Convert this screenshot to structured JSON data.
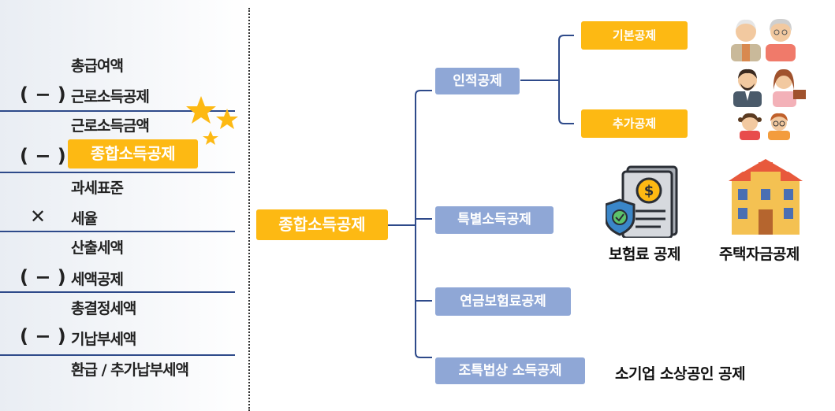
{
  "left_calc": {
    "rows": [
      {
        "op": "",
        "text": "총급여액"
      },
      {
        "op": "( − )",
        "text": "근로소득공제"
      },
      {
        "op": "",
        "text": "근로소득금액"
      },
      {
        "op": "( − )",
        "text": ""
      },
      {
        "op": "",
        "text": "과세표준"
      },
      {
        "op": "✕",
        "text": "세율"
      },
      {
        "op": "",
        "text": "산출세액"
      },
      {
        "op": "( − )",
        "text": "세액공제"
      },
      {
        "op": "",
        "text": "총결정세액"
      },
      {
        "op": "( − )",
        "text": "기납부세액"
      },
      {
        "op": "",
        "text": "환급 / 추가납부세액"
      }
    ],
    "highlight": "종합소득공제"
  },
  "tree": {
    "root": "종합소득공제",
    "branches": [
      "인적공제",
      "특별소득공제",
      "연금보험료공제",
      "조특법상 소득공제"
    ],
    "sub_personal": [
      "기본공제",
      "추가공제"
    ],
    "special_labels": [
      "보험료 공제",
      "주택자금공제"
    ],
    "small_business_label": "소기업 소상공인 공제"
  },
  "colors": {
    "accent": "#fdb913",
    "branch": "#8fa7d6",
    "line": "#2e4a8a"
  },
  "icons": [
    "elderly-couple-icon",
    "adult-couple-icon",
    "children-icon",
    "insurance-document-icon",
    "house-icon",
    "star-icon"
  ]
}
